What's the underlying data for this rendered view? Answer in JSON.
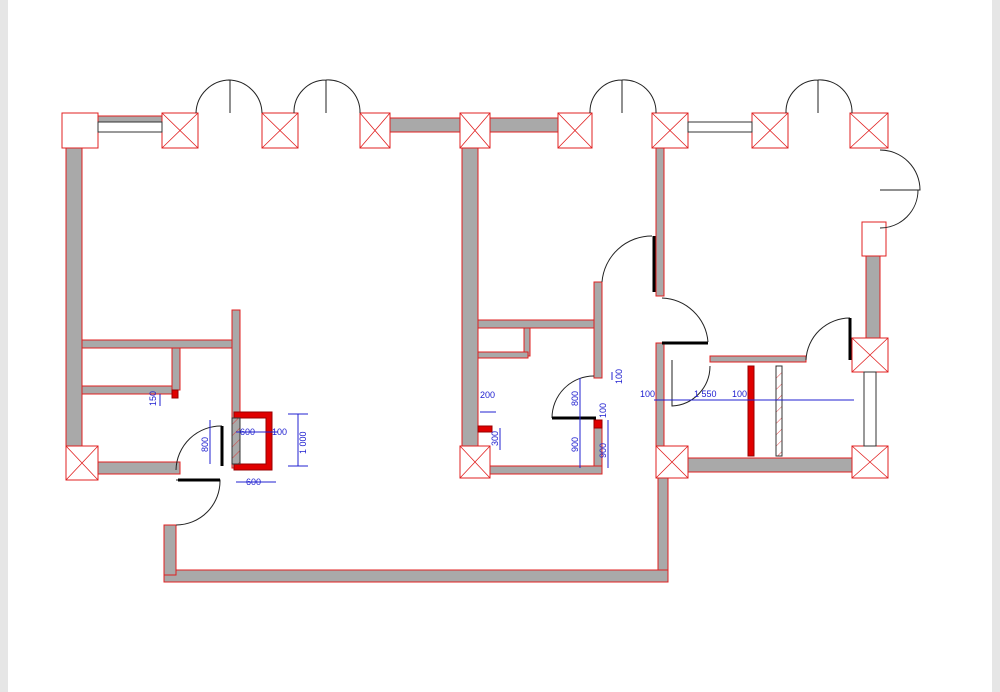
{
  "drawing": {
    "type": "floor plan",
    "dimensions": {
      "d150": "150",
      "d800_left": "800",
      "d600_top": "600",
      "d100_left": "100",
      "d1000": "1 000",
      "d600_bottom": "600",
      "d200": "200",
      "d300": "300",
      "d800_mid": "800",
      "d100_mid_top": "100",
      "d100_mid": "100",
      "d900_a": "900",
      "d900_b": "900",
      "d100_right_a": "100",
      "d1550": "1 550",
      "d100_right_b": "100"
    },
    "colors": {
      "wall_outline": "#e02020",
      "wall_fill": "#a9a9a9",
      "dimension": "#2020d0",
      "new_wall": "#e00000"
    }
  }
}
